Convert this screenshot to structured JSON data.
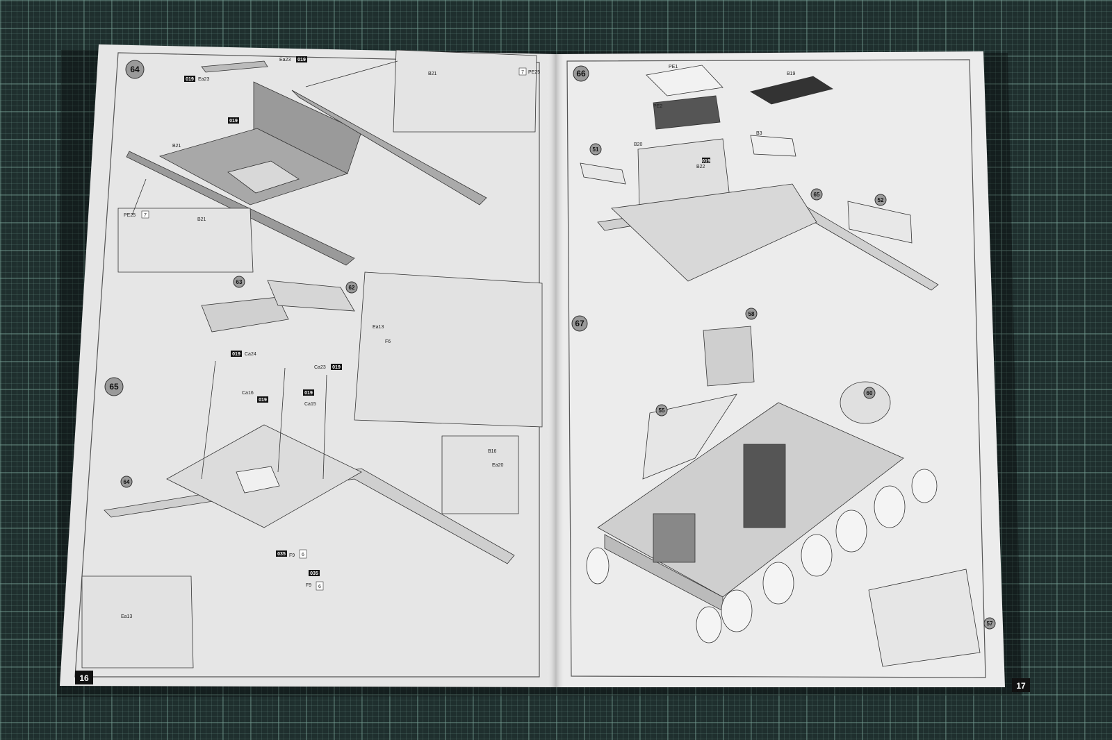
{
  "left_page": {
    "page_number": "16",
    "steps": [
      {
        "number": "64",
        "parts": [
          "Ea23",
          "Ea23",
          "B21",
          "B21",
          "PE25",
          "PE25",
          "B21"
        ],
        "codes": [
          "019",
          "019",
          "019"
        ],
        "icons": [
          "7",
          "7"
        ]
      },
      {
        "number": "65",
        "subassemblies": [
          "63",
          "62",
          "64"
        ],
        "parts": [
          "Ca24",
          "Ca23",
          "Ca16",
          "Ca15",
          "Ea13",
          "F6",
          "B16",
          "Ea20",
          "F9",
          "F9",
          "Ea13"
        ],
        "codes": [
          "019",
          "019",
          "019",
          "019",
          "035",
          "035"
        ],
        "icons": [
          "6",
          "6"
        ]
      }
    ]
  },
  "right_page": {
    "page_number": "17",
    "steps": [
      {
        "number": "66",
        "subassemblies": [
          "51",
          "65",
          "52"
        ],
        "parts": [
          "PE1",
          "PE2",
          "B19",
          "B20",
          "B3",
          "B22"
        ],
        "codes": [
          "019"
        ]
      },
      {
        "number": "67",
        "subassemblies": [
          "58",
          "55",
          "60",
          "57"
        ]
      }
    ]
  },
  "colors": {
    "mat": "#1f2f2e",
    "paper": "#e8e8e8",
    "line": "#333333",
    "part_fill": "#9a9a9a"
  }
}
